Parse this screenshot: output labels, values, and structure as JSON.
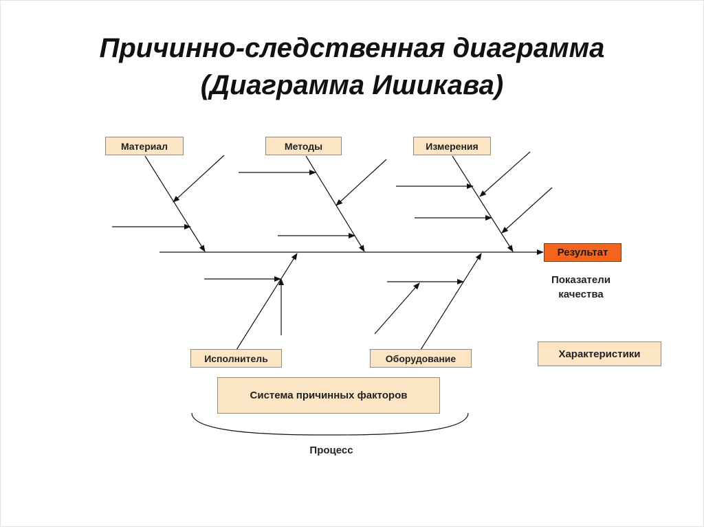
{
  "title": {
    "line1": "Причинно-следственная диаграмма",
    "line2": "(Диаграмма Ишикава)"
  },
  "causes": {
    "material": "Материал",
    "methods": "Методы",
    "measurements": "Измерения",
    "performer": "Исполнитель",
    "equipment": "Оборудование"
  },
  "result": {
    "label": "Результат",
    "quality_line1": "Показатели",
    "quality_line2": "качества"
  },
  "characteristics": "Характеристики",
  "factors_system": "Система причинных факторов",
  "process": "Процесс"
}
